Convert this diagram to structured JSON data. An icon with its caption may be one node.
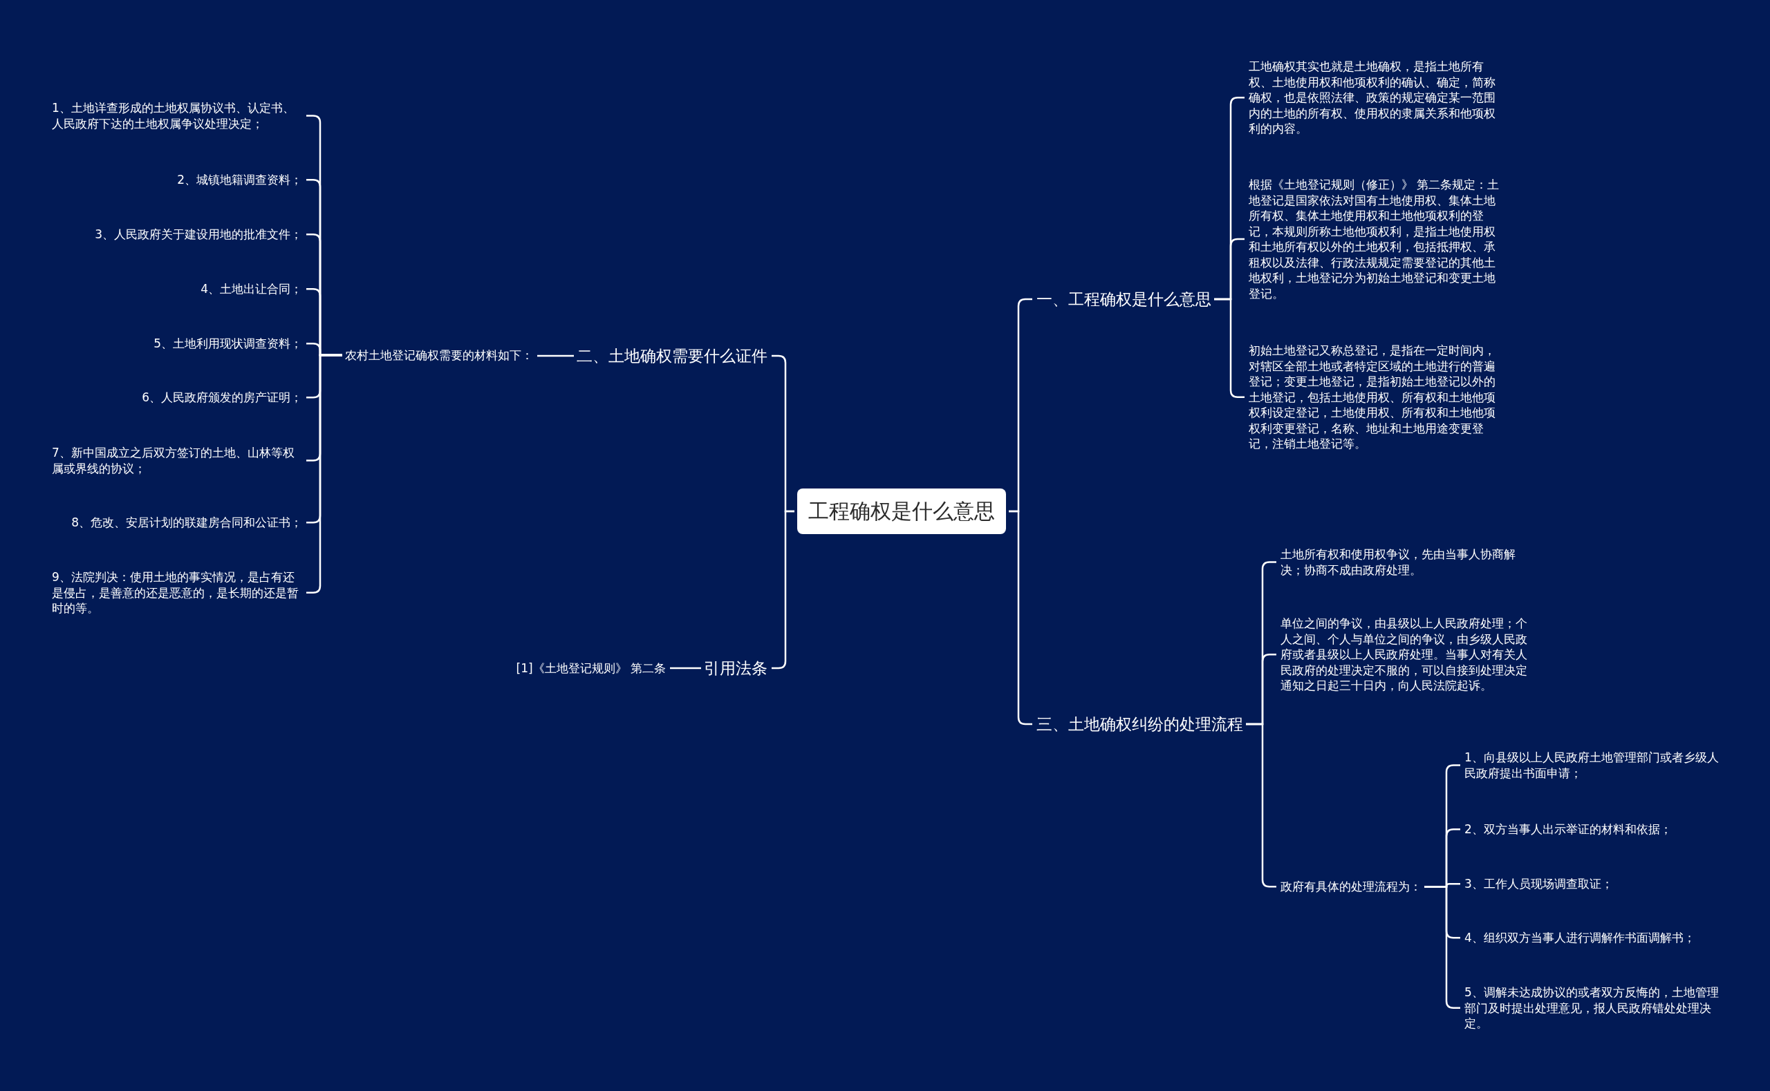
{
  "diagram": {
    "nodes": [
      {
        "text": [
          "工程确权是什么意思"
        ]
      },
      {
        "text": [
          "一、工程确权是什么意思"
        ]
      },
      {
        "text": [
          "工地确权其实也就是土地确权，是指土地所有权、土地使用权和他项权利的确认、确定，简称确权，也是依照法律、政策的规定确定某一范围内的土地的所有权、使用权的隶属关系和他项权利的内容。"
        ]
      },
      {
        "text": [
          "根据《土地登记规则（修正）》 第二条规定：土地登记是国家依法对国有土地使用权、集体土地所有权、集体土地使用权和土地他项权利的登记，本规则所称土地他项权利，是指土地使用权和土地所有权以外的土地权利，包括抵押权、承租权以及法律、行政法规规定需要登记的其他土地权利，土地登记分为初始土地登记和变更土地登记。"
        ]
      },
      {
        "text": [
          "初始土地登记又称总登记，是指在一定时间内，对辖区全部土地或者特定区域的土地进行的普遍登记；变更土地登记，是指初始土地登记以外的土地登记，包括土地使用权、所有权和土地他项权利设定登记，土地使用权、所有权和土地他项权利变更登记，名称、地址和土地用途变更登记，注销土地登记等。"
        ]
      },
      {
        "text": [
          "三、土地确权纠纷的处理流程"
        ]
      },
      {
        "text": [
          "土地所有权和使用权争议，先由当事人协商解决；协商不成由政府处理。"
        ]
      },
      {
        "text": [
          "单位之间的争议，由县级以上人民政府处理；个人之间、个人与单位之间的争议，由乡级人民政府或者县级以上人民政府处理。当事人对有关人民政府的处理决定不服的，可以自接到处理决定通知之日起三十日内，向人民法院起诉。"
        ]
      },
      {
        "text": [
          "政府有具体的处理流程为："
        ]
      },
      {
        "text": [
          "1、向县级以上人民政府土地管理部门或者乡级人民政府提出书面申请；"
        ]
      },
      {
        "text": [
          "2、双方当事人出示举证的材料和依据；"
        ]
      },
      {
        "text": [
          "3、工作人员现场调查取证；"
        ]
      },
      {
        "text": [
          "4、组织双方当事人进行调解作书面调解书；"
        ]
      },
      {
        "text": [
          "5、调解未达成协议的或者双方反悔的，土地管理部门及时提出处理意见，报人民政府错处处理决定。"
        ]
      },
      {
        "text": [
          "二、土地确权需要什么证件"
        ]
      },
      {
        "text": [
          "农村土地登记确权需要的材料如下："
        ]
      },
      {
        "text": [
          "1、土地详查形成的土地权属协议书、认定书、人民政府下达的土地权属争议处理决定；"
        ]
      },
      {
        "text": [
          "2、城镇地籍调查资料；"
        ]
      },
      {
        "text": [
          "3、人民政府关于建设用地的批准文件；"
        ]
      },
      {
        "text": [
          "4、土地出让合同；"
        ]
      },
      {
        "text": [
          "5、土地利用现状调查资料；"
        ]
      },
      {
        "text": [
          "6、人民政府颁发的房产证明；"
        ]
      },
      {
        "text": [
          "7、新中国成立之后双方签订的土地、山林等权属或界线的协议；"
        ]
      },
      {
        "text": [
          "8、危改、安居计划的联建房合同和公证书；"
        ]
      },
      {
        "text": [
          "9、法院判决：使用土地的事实情况，是占有还是侵占，是善意的还是恶意的，是长期的还是暂时的等。"
        ]
      },
      {
        "text": [
          "引用法条"
        ]
      },
      {
        "text": [
          "[1]《土地登记规则》 第二条"
        ]
      }
    ],
    "edges": [
      {
        "from": 0,
        "to": 1,
        "arrow": "none"
      },
      {
        "from": 1,
        "to": 2,
        "arrow": "none"
      },
      {
        "from": 1,
        "to": 3,
        "arrow": "none"
      },
      {
        "from": 1,
        "to": 4,
        "arrow": "none"
      },
      {
        "from": 0,
        "to": 5,
        "arrow": "none"
      },
      {
        "from": 5,
        "to": 6,
        "arrow": "none"
      },
      {
        "from": 5,
        "to": 7,
        "arrow": "none"
      },
      {
        "from": 5,
        "to": 8,
        "arrow": "none"
      },
      {
        "from": 8,
        "to": 9,
        "arrow": "none"
      },
      {
        "from": 8,
        "to": 10,
        "arrow": "none"
      },
      {
        "from": 8,
        "to": 11,
        "arrow": "none"
      },
      {
        "from": 8,
        "to": 12,
        "arrow": "none"
      },
      {
        "from": 8,
        "to": 13,
        "arrow": "none"
      },
      {
        "from": 0,
        "to": 14,
        "arrow": "none"
      },
      {
        "from": 14,
        "to": 15,
        "arrow": "none"
      },
      {
        "from": 15,
        "to": 16,
        "arrow": "none"
      },
      {
        "from": 15,
        "to": 17,
        "arrow": "none"
      },
      {
        "from": 15,
        "to": 18,
        "arrow": "none"
      },
      {
        "from": 15,
        "to": 19,
        "arrow": "none"
      },
      {
        "from": 15,
        "to": 20,
        "arrow": "none"
      },
      {
        "from": 15,
        "to": 21,
        "arrow": "none"
      },
      {
        "from": 15,
        "to": 22,
        "arrow": "none"
      },
      {
        "from": 15,
        "to": 23,
        "arrow": "none"
      },
      {
        "from": 15,
        "to": 24,
        "arrow": "none"
      },
      {
        "from": 0,
        "to": 25,
        "arrow": "none"
      },
      {
        "from": 25,
        "to": 26,
        "arrow": "none"
      }
    ]
  }
}
